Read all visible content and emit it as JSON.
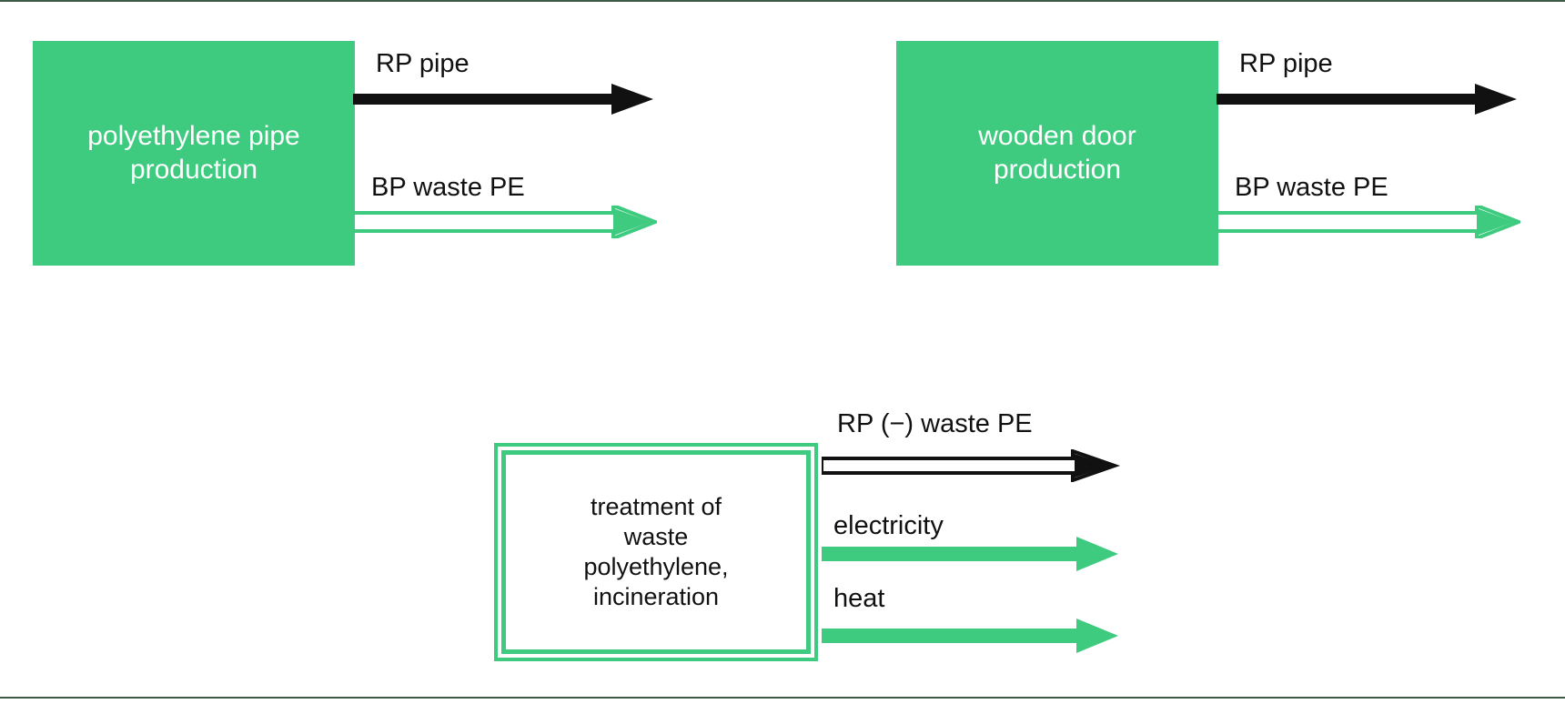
{
  "diagram": {
    "title": "",
    "colors": {
      "green": "#3ECB80",
      "black": "#111111",
      "white": "#FFFFFF",
      "rule": "#3C5A46"
    },
    "groups": [
      {
        "id": "polyethylene-pipe-production",
        "box": {
          "label": "polyethylene pipe\nproduction",
          "style": "filled-green"
        },
        "flows": [
          {
            "id": "rp-pipe",
            "label": "RP pipe",
            "arrow_style": "solid-black"
          },
          {
            "id": "bp-waste-pe",
            "label": "BP waste PE",
            "arrow_style": "hollow-green"
          }
        ]
      },
      {
        "id": "wooden-door-production",
        "box": {
          "label": "wooden door\nproduction",
          "style": "filled-green"
        },
        "flows": [
          {
            "id": "rp-pipe",
            "label": "RP pipe",
            "arrow_style": "solid-black"
          },
          {
            "id": "bp-waste-pe",
            "label": "BP waste PE",
            "arrow_style": "hollow-green"
          }
        ]
      },
      {
        "id": "treatment-of-waste-polyethylene-incineration",
        "box": {
          "label": "treatment of\nwaste\npolyethylene,\nincineration",
          "style": "double-green-outline"
        },
        "flows": [
          {
            "id": "rp-minus-waste-pe",
            "label": "RP (−) waste PE",
            "arrow_style": "hollow-black"
          },
          {
            "id": "electricity",
            "label": "electricity",
            "arrow_style": "solid-green"
          },
          {
            "id": "heat",
            "label": "heat",
            "arrow_style": "solid-green"
          }
        ]
      }
    ]
  }
}
